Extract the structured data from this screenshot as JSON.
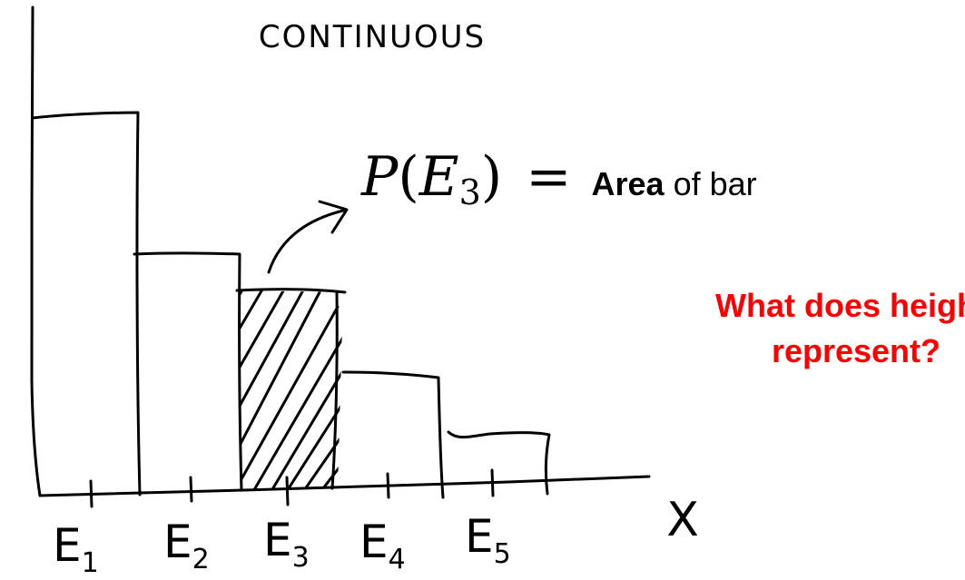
{
  "title": "CONTINUOUS",
  "x_axis_label": "X",
  "categories": [
    "E1",
    "E2",
    "E3",
    "E4",
    "E5"
  ],
  "formula": {
    "lhs_symbol": "P",
    "event": "E",
    "event_index": "3",
    "equals": "=",
    "rhs_bold": "Area",
    "rhs_rest": " of bar"
  },
  "question": {
    "line1": "What does height",
    "line2": "represent?",
    "color": "#ff0000"
  },
  "highlighted_category": "E3",
  "relative_bar_heights": [
    1.0,
    0.62,
    0.53,
    0.32,
    0.14
  ]
}
